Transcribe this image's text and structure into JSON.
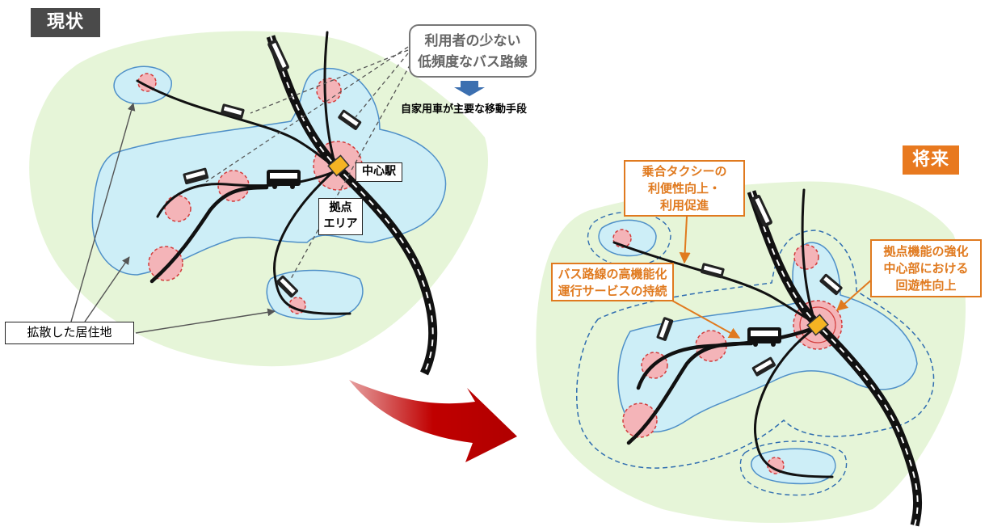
{
  "current": {
    "tag": "現状",
    "bubble_line1": "利用者の少ない",
    "bubble_line2": "低頻度なバス路線",
    "result": "自家用車が主要な移動手段",
    "station": "中心駅",
    "hub_line1": "拠点",
    "hub_line2": "エリア",
    "dispersed": "拡散した居住地"
  },
  "future": {
    "tag": "将来",
    "taxi_line1": "乗合タクシーの",
    "taxi_line2": "利便性向上・",
    "taxi_line3": "利用促進",
    "hub_line1": "拠点機能の強化",
    "hub_line2": "中心部における",
    "hub_line3": "回遊性向上",
    "bus_line1": "バス路線の高機能化",
    "bus_line2": "運行サービスの持続"
  },
  "colors": {
    "tag_current": "#4a4a4a",
    "tag_future": "#e8791f",
    "outer_area": "#e6f5d8",
    "inner_area": "#cdeef7",
    "node": "#f4b4b8",
    "callout": "#e07a1f",
    "arrow": "#c00000"
  }
}
